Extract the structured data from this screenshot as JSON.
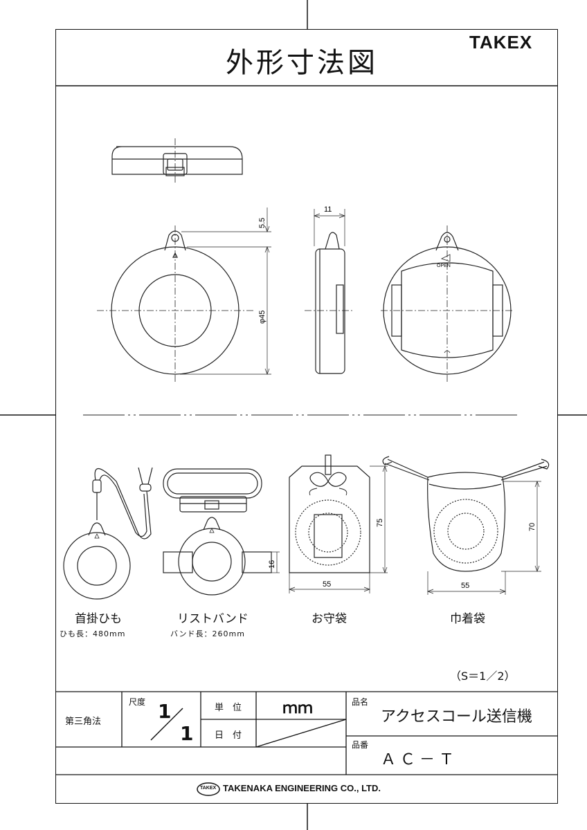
{
  "header": {
    "title": "外形寸法図",
    "brand": "TAKEX"
  },
  "dimensions": {
    "top_gap": "5.5",
    "diameter": "φ45",
    "thickness": "11",
    "open_label": "OPEN",
    "omamori_height": "75",
    "omamori_width": "55",
    "pouch_height": "70",
    "pouch_width": "55",
    "band_width": "16"
  },
  "accessories": [
    {
      "name": "首掛ひも",
      "note": "ひも長：480mm"
    },
    {
      "name": "リストバンド",
      "note": "バンド長：260mm"
    },
    {
      "name": "お守袋",
      "note": ""
    },
    {
      "name": "巾着袋",
      "note": ""
    }
  ],
  "scale_note": "（S＝1／2）",
  "title_block": {
    "projection": "第三角法",
    "scale_label": "尺度",
    "scale_num": "1",
    "scale_den": "1",
    "unit_label": "単　位",
    "unit_value": "ｍｍ",
    "date_label": "日　付",
    "product_name_label": "品名",
    "product_name": "アクセスコール送信機",
    "product_code_label": "品番",
    "product_code": "ＡＣ－Ｔ",
    "company_logo": "TAKEX",
    "company": "TAKENAKA ENGINEERING CO., LTD."
  }
}
